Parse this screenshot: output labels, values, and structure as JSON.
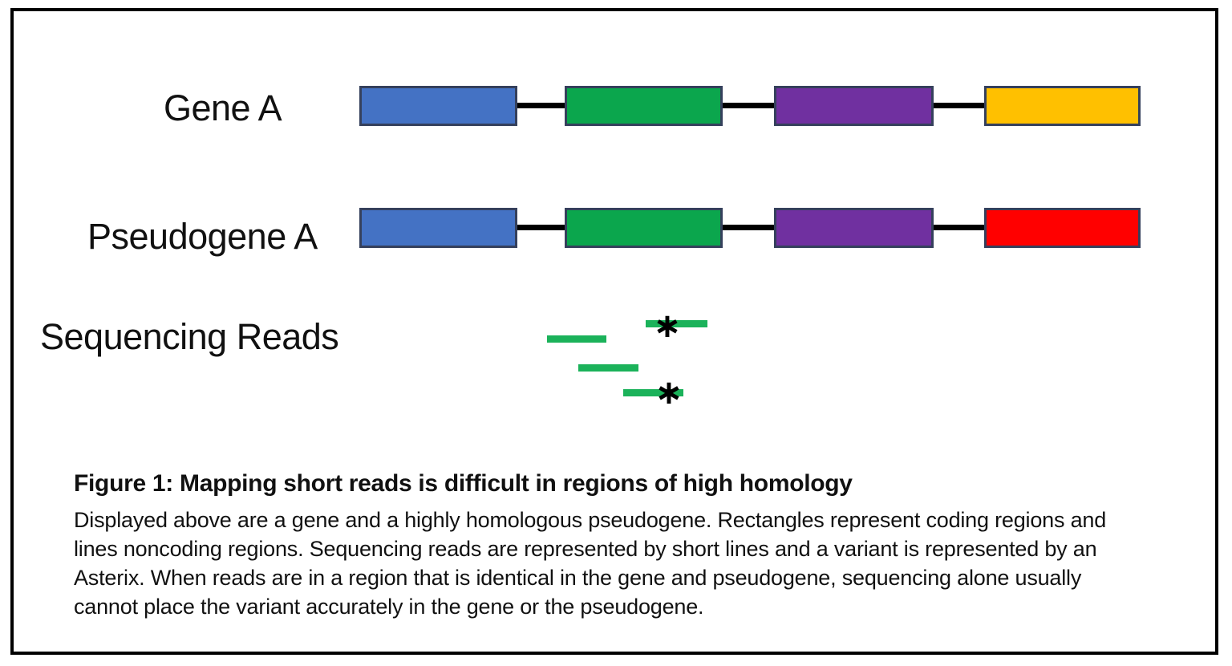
{
  "diagram": {
    "gene_a": {
      "label": "Gene A",
      "exon_colors": [
        "#4472C4",
        "#0BA64D",
        "#7030A0",
        "#FFC000"
      ]
    },
    "pseudogene_a": {
      "label": "Pseudogene A",
      "exon_colors": [
        "#4472C4",
        "#0BA64D",
        "#7030A0",
        "#FF0000"
      ]
    },
    "sequencing_reads": {
      "label": "Sequencing Reads",
      "read_color": "#1BB25A",
      "variant_marker": "∗"
    }
  },
  "caption": {
    "title": "Figure 1: Mapping short reads is difficult in regions of high homology",
    "body_lines": [
      "Displayed above are a gene and a highly homologous pseudogene. Rectangles represent coding regions and",
      "lines noncoding regions. Sequencing reads are represented by short lines and a variant is represented by an",
      "Asterix. When reads are in a region that is identical in the gene and pseudogene, sequencing alone usually",
      "cannot place the variant accurately in the gene or the pseudogene."
    ]
  }
}
